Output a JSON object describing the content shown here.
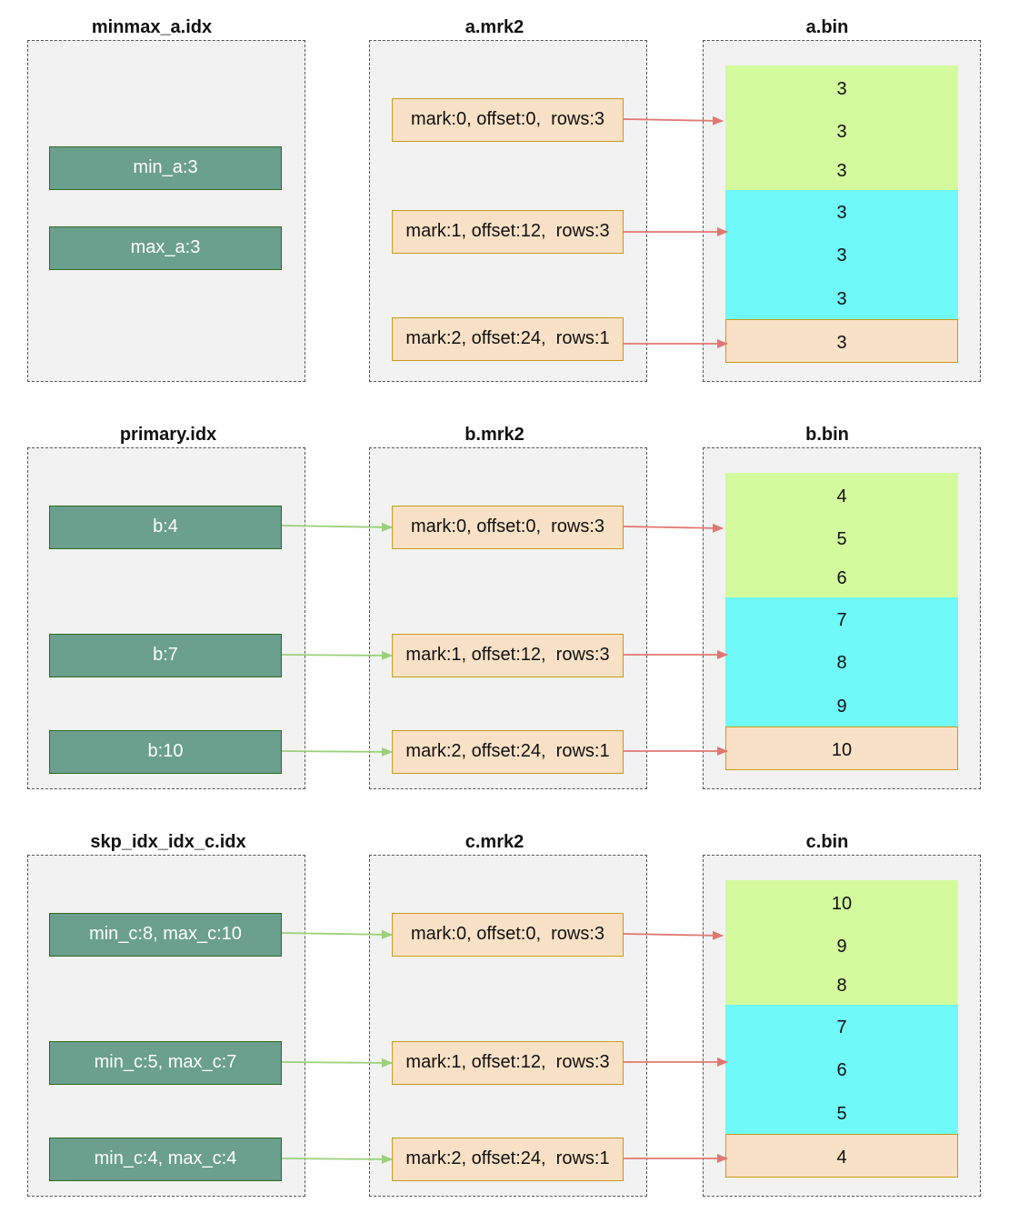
{
  "sections": [
    {
      "index_title": "minmax_a.idx",
      "mark_title": "a.mrk2",
      "bin_title": "a.bin",
      "index_entries": [
        "min_a:3",
        "max_a:3"
      ],
      "marks": [
        "mark:0, offset:0,  rows:3",
        "mark:1, offset:12,  rows:3",
        "mark:2, offset:24,  rows:1"
      ],
      "values": [
        "3",
        "3",
        "3",
        "3",
        "3",
        "3",
        "3"
      ]
    },
    {
      "index_title": "primary.idx",
      "mark_title": "b.mrk2",
      "bin_title": "b.bin",
      "index_entries": [
        "b:4",
        "b:7",
        "b:10"
      ],
      "marks": [
        "mark:0, offset:0,  rows:3",
        "mark:1, offset:12,  rows:3",
        "mark:2, offset:24,  rows:1"
      ],
      "values": [
        "4",
        "5",
        "6",
        "7",
        "8",
        "9",
        "10"
      ]
    },
    {
      "index_title": "skp_idx_idx_c.idx",
      "mark_title": "c.mrk2",
      "bin_title": "c.bin",
      "index_entries": [
        "min_c:8, max_c:10",
        "min_c:5, max_c:7",
        "min_c:4, max_c:4"
      ],
      "marks": [
        "mark:0, offset:0,  rows:3",
        "mark:1, offset:12,  rows:3",
        "mark:2, offset:24,  rows:1"
      ],
      "values": [
        "10",
        "9",
        "8",
        "7",
        "6",
        "5",
        "4"
      ]
    }
  ],
  "colors": {
    "panel_bg": "#f2f2f2",
    "index_fill": "#6b9f8e",
    "index_border": "#2e6b1e",
    "mark_fill": "#f8e1c6",
    "mark_border": "#c99a1a",
    "granule_0": "#d4fa9e",
    "granule_1": "#6ff9f9",
    "granule_2": "#f8e1c6",
    "arrow_green": "#9bd17a",
    "arrow_red": "#e07870"
  }
}
